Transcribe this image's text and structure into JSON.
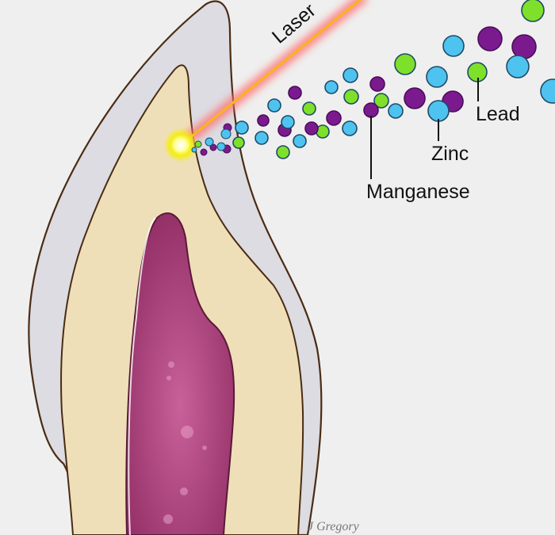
{
  "labels": {
    "laser": "Laser",
    "lead": "Lead",
    "zinc": "Zinc",
    "manganese": "Manganese"
  },
  "signature": "J Gregory",
  "colors": {
    "background": "#efefef",
    "enamel": "#dcdce2",
    "dentin": "#efdfb8",
    "pulp": "#b8467f",
    "outline": "#4a2c14",
    "laser": "#f7b51e",
    "laser_glow": "#ff8080",
    "zinc": "#4fc3f0",
    "manganese": "#7b1a8e",
    "lead": "#7ee02a"
  }
}
